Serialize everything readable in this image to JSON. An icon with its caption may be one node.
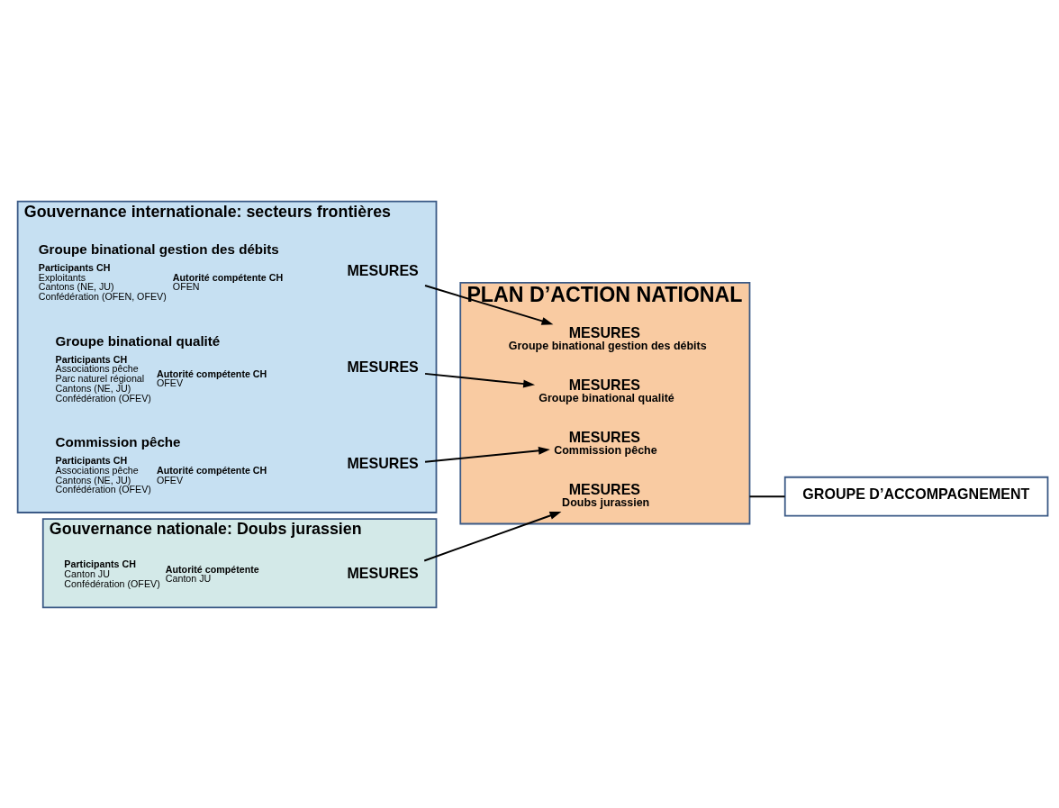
{
  "diagram": {
    "nodes": [
      {
        "text": [
          "Gouvernance internationale: secteurs frontières"
        ]
      },
      {
        "text": [
          "MESURES"
        ],
        "in": 0
      },
      {
        "text": [
          "MESURES"
        ],
        "in": 0
      },
      {
        "text": [
          "MESURES"
        ],
        "in": 0
      },
      {
        "text": [
          "Gouvernance nationale: Doubs jurassien"
        ]
      },
      {
        "text": [
          "MESURES"
        ],
        "in": 4
      },
      {
        "text": [
          "PLAN D’ACTION NATIONAL"
        ]
      },
      {
        "text": [
          "MESURES",
          "Groupe binational gestion des débits"
        ],
        "in": 6
      },
      {
        "text": [
          "MESURES",
          "Groupe binational qualité"
        ],
        "in": 6
      },
      {
        "text": [
          "MESURES",
          "Commission pêche"
        ],
        "in": 6
      },
      {
        "text": [
          "MESURES",
          "Doubs jurassien"
        ],
        "in": 6
      },
      {
        "text": [
          "GROUPE D’ACCOMPAGNEMENT"
        ]
      }
    ],
    "edges": [
      {
        "from": 1,
        "to": 7,
        "arrow": "to"
      },
      {
        "from": 2,
        "to": 8,
        "arrow": "to"
      },
      {
        "from": 3,
        "to": 9,
        "arrow": "to"
      },
      {
        "from": 5,
        "to": 10,
        "arrow": "to"
      },
      {
        "from": 6,
        "to": 11,
        "arrow": "none"
      }
    ],
    "labels": [
      "Groupe binational gestion des débits",
      "Participants CH",
      "Exploitants",
      "Cantons (NE, JU)",
      "Confédération (OFEN, OFEV)",
      "Autorité compétente CH",
      "OFEN",
      "Groupe binational qualité",
      "Participants CH",
      "Associations pêche",
      "Parc naturel régional",
      "Cantons (NE, JU)",
      "Confédération (OFEV)",
      "Autorité compétente CH",
      "OFEV",
      "Commission pêche",
      "Participants CH",
      "Associations pêche",
      "Cantons (NE, JU)",
      "Confédération (OFEV)",
      "Autorité compétente CH",
      "OFEV",
      "Participants CH",
      "Canton JU",
      "Confédération (OFEV)",
      "Autorité compétente",
      "Canton JU"
    ]
  }
}
